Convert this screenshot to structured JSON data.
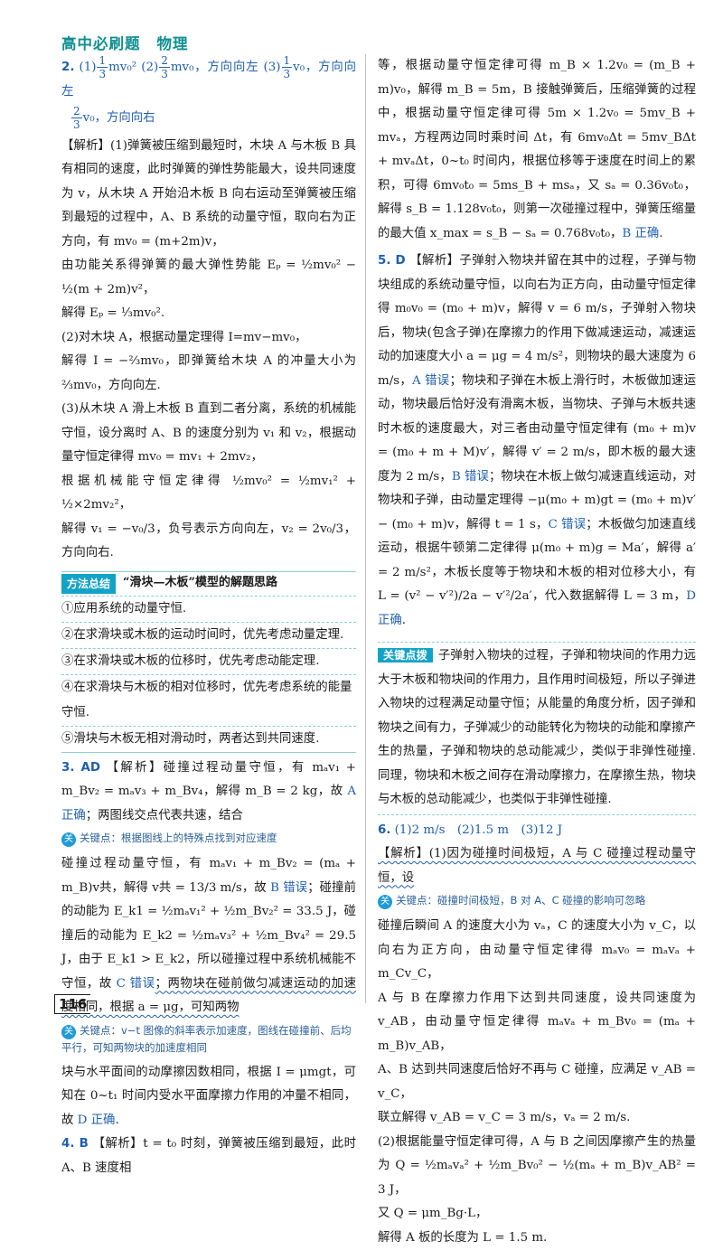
{
  "header": {
    "book": "高中必刷题",
    "subject": "物理"
  },
  "page_number": "116",
  "left": {
    "q2_answer_line1": {
      "num": "2.",
      "p1_pre": "(1)",
      "p1_frac_num": "1",
      "p1_frac_den": "3",
      "p1_post": "mv",
      "p2_pre": "(2)",
      "p2_frac_num": "2",
      "p2_frac_den": "3",
      "p2_post": "mv₀，方向向左",
      "p3_pre": "(3)",
      "p3_frac_num": "1",
      "p3_frac_den": "3",
      "p3_post": "v₀，方向向左"
    },
    "q2_answer_line2": {
      "frac_num": "2",
      "frac_den": "3",
      "post": "v₀，方向向右"
    },
    "q2_analysis": [
      "【解析】(1)弹簧被压缩到最短时，木块 A 与木板 B 具有相同的速度，此时弹簧的弹性势能最大，设共同速度为 v，从木块 A 开始沿木板 B 向右运动至弹簧被压缩到最短的过程中，A、B 系统的动量守恒，取向右为正方向，有 mv₀ = (m+2m)v，",
      "由功能关系得弹簧的最大弹性势能 Eₚ = ½mv₀² − ½(m + 2m)v²，",
      "解得 Eₚ = ⅓mv₀².",
      "(2)对木块 A，根据动量定理得 I=mv−mv₀，",
      "解得 I = −⅔mv₀，即弹簧给木块 A 的冲量大小为 ⅔mv₀，方向向左.",
      "(3)从木块 A 滑上木板 B 直到二者分离，系统的机械能守恒，设分离时 A、B 的速度分别为 v₁ 和 v₂，根据动量守恒定律得 mv₀ = mv₁ + 2mv₂，",
      "根据机械能守恒定律得 ½mv₀² = ½mv₁² + ½×2mv₂²，",
      "解得 v₁ = −v₀/3，负号表示方向向左，v₂ = 2v₀/3，方向向右."
    ],
    "method_summary": {
      "tag": "方法总结",
      "title": "“滑块—木板”模型的解题思路",
      "items": [
        "①应用系统的动量守恒.",
        "②在求滑块或木板的运动时间时，优先考虑动量定理.",
        "③在求滑块或木板的位移时，优先考虑动能定理.",
        "④在求滑块与木板的相对位移时，优先考虑系统的能量守恒.",
        "⑤滑块与木板无相对滑动时，两者达到共同速度."
      ]
    },
    "q3": {
      "num": "3. AD",
      "text1": "【解析】碰撞过程动量守恒，有 mₐv₁ + m_Bv₂ = mₐv₃ + m_Bv₄，解得 m_B = 2 kg，故 ",
      "a_correct": "A 正确",
      "text2": "；两图线交点代表共速，结合",
      "key1": "关键点：根据图线上的特殊点找到对应速度",
      "text3": "碰撞过程动量守恒，有 mₐv₁ + m_Bv₂ = (mₐ + m_B)v共，解得 v共 = 13/3 m/s，故 ",
      "b_wrong": "B 错误",
      "text4": "；碰撞前的动能为 E_k1 = ½mₐv₁² + ½m_Bv₂² = 33.5 J，碰撞后的动能为 E_k2 = ½mₐv₃² + ½m_Bv₄² = 29.5 J，由于 E_k1 > E_k2，所以碰撞过程中系统机械能不守恒，故 ",
      "c_wrong": "C 错误",
      "text5": "；两物块在碰前做匀减速运动的加速度相同，根据 a = μg，可知两物",
      "key2": "关键点：v−t 图像的斜率表示加速度，图线在碰撞前、后均平行，可知两物块的加速度相同",
      "text6": "块与水平面间的动摩擦因数相同，根据 I = μmgt，可知在 0~t₁ 时间内受水平面摩擦力作用的冲量不相同，故 ",
      "d_correct": "D 正确",
      "text7": "."
    },
    "q4_start": {
      "num": "4. B",
      "text": "【解析】t = t₀ 时刻，弹簧被压缩到最短，此时 A、B 速度相"
    }
  },
  "right": {
    "q4_cont": [
      "等，根据动量守恒定律可得 m_B × 1.2v₀ = (m_B + m)v₀，解得 m_B = 5m，B 接触弹簧后，压缩弹簧的过程中，根据动量守恒定律可得 5m × 1.2v₀ = 5mv_B + mvₐ，方程两边同时乘时间 Δt，有 6mv₀Δt = 5mv_BΔt + mvₐΔt，0~t₀ 时间内，根据位移等于速度在时间上的累积，可得 6mv₀t₀ = 5ms_B + msₐ，又 sₐ = 0.36v₀t₀，解得 s_B = 1.128v₀t₀，则第一次碰撞过程中，弹簧压缩量的最大值 x_max = s_B − sₐ = 0.768v₀t₀，",
      "B 正确",
      "."
    ],
    "q5": {
      "num": "5. D",
      "text1": "【解析】子弹射入物块并留在其中的过程，子弹与物块组成的系统动量守恒，以向右为正方向，由动量守恒定律得 m₀v₀ = (m₀ + m)v，解得 v = 6 m/s，子弹射入物块后，物块(包含子弹)在摩擦力的作用下做减速运动，减速运动的加速度大小 a = μg = 4 m/s²，则物块的最大速度为 6 m/s，",
      "a_wrong": "A 错误",
      "text2": "；物块和子弹在木板上滑行时，木板做加速运动，物块最后恰好没有滑离木板，当物块、子弹与木板共速时木板的速度最大，对三者由动量守恒定律有 (m₀ + m)v = (m₀ + m + M)v′，解得 v′ = 2 m/s，即木板的最大速度为 2 m/s，",
      "b_wrong": "B 错误",
      "text3": "；物块在木板上做匀减速直线运动，对物块和子弹，由动量定理得 −μ(m₀ + m)gt = (m₀ + m)v′ − (m₀ + m)v，解得 t = 1 s，",
      "c_wrong": "C 错误",
      "text4": "；木板做匀加速直线运动，根据牛顿第二定律得 μ(m₀ + m)g = Ma′，解得 a′ = 2 m/s²，木板长度等于物块和木板的相对位移大小，有 L = (v² − v′²)/2a − v′²/2a′，代入数据解得 L = 3 m，",
      "d_correct": "D 正确",
      "text5": "."
    },
    "key_breakthrough": {
      "tag": "关键点拨",
      "text": "子弹射入物块的过程，子弹和物块间的作用力远大于木板和物块间的作用力，且作用时间极短，所以子弹进入物块的过程满足动量守恒；从能量的角度分析，因子弹和物块之间有力，子弹减少的动能转化为物块的动能和摩擦产生的热量，子弹和物块的总动能减少，类似于非弹性碰撞. 同理，物块和木板之间存在滑动摩擦力，在摩擦生热，物块与木板的总动能减少，也类似于非弹性碰撞."
    },
    "q6": {
      "num": "6.",
      "answer": "(1)2 m/s　(2)1.5 m　(3)12 J",
      "text1": "【解析】(1)因为碰撞时间极短，A 与 C 碰撞过程动量守恒，设",
      "key": "关键点：碰撞时间极短，B 对 A、C 碰撞的影响可忽略",
      "lines": [
        "碰撞后瞬间 A 的速度大小为 vₐ，C 的速度大小为 v_C，以向右为正方向，由动量守恒定律得 mₐv₀ = mₐvₐ + m_Cv_C，",
        "A 与 B 在摩擦力作用下达到共同速度，设共同速度为 v_AB，由动量守恒定律得 mₐvₐ + m_Bv₀ = (mₐ + m_B)v_AB，",
        "A、B 达到共同速度后恰好不再与 C 碰撞，应满足 v_AB = v_C，",
        "联立解得 v_AB = v_C = 3 m/s，vₐ = 2 m/s.",
        "(2)根据能量守恒定律可得，A 与 B 之间因摩擦产生的热量为 Q = ½mₐvₐ² + ½m_Bv₀² − ½(mₐ + m_B)v_AB² = 3 J，",
        "又 Q = μm_Bg·L，",
        "解得 A 板的长度为 L = 1.5 m."
      ]
    }
  }
}
